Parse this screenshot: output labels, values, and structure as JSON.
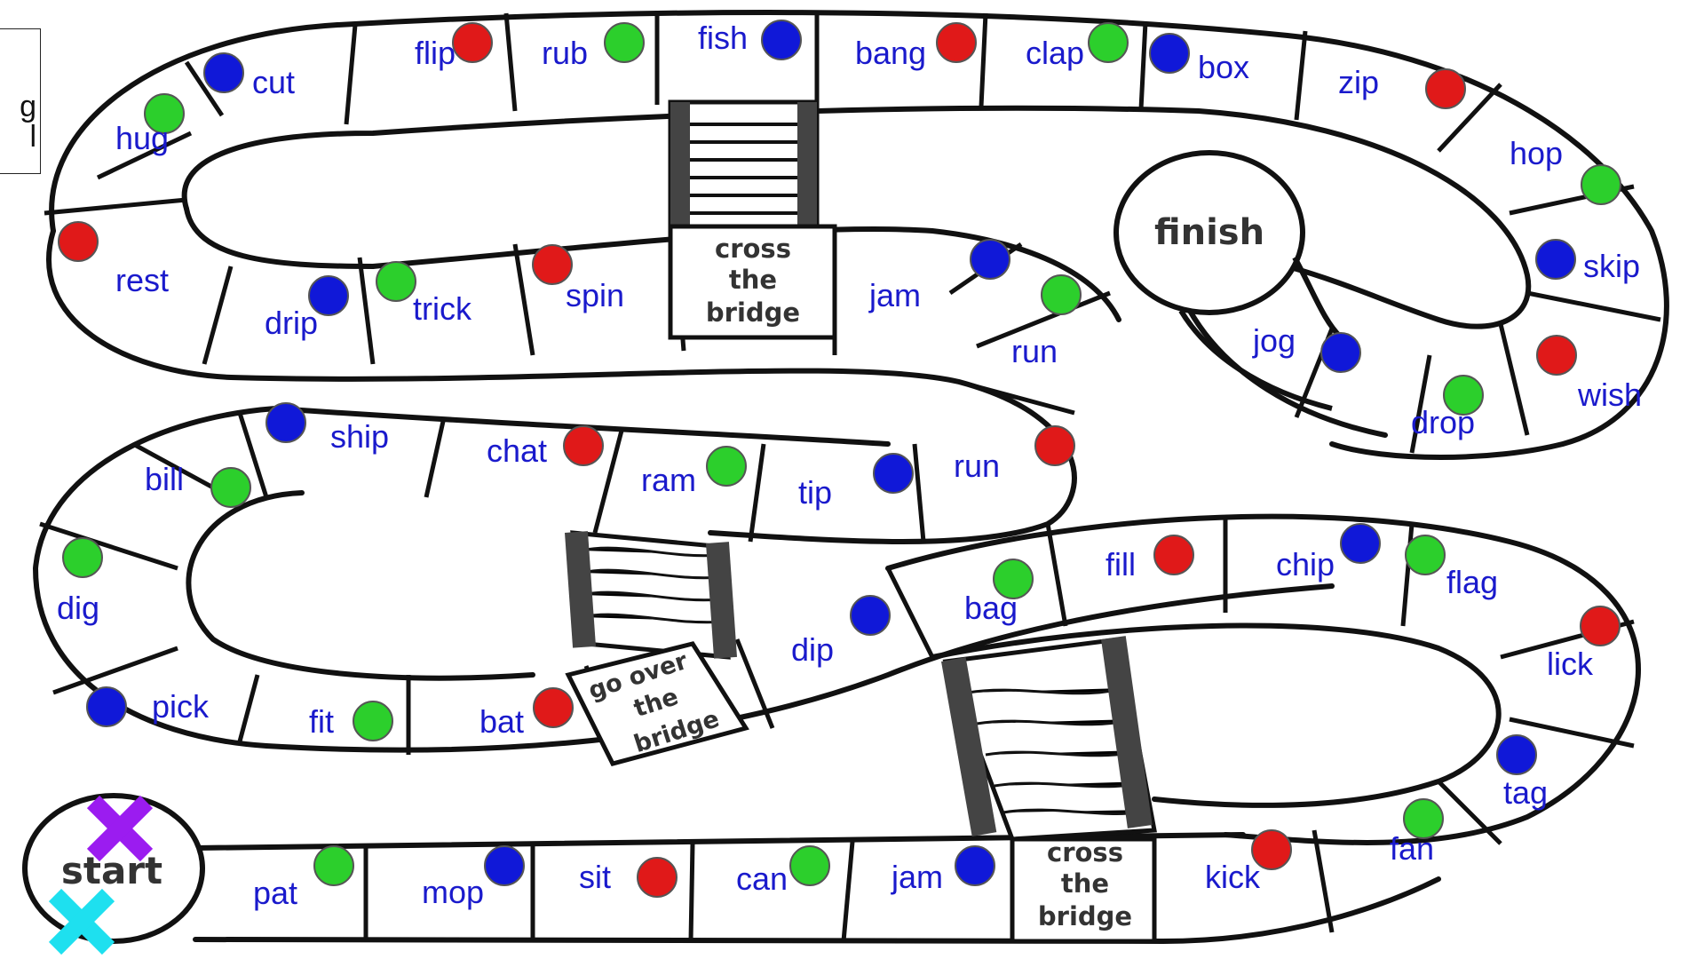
{
  "board": {
    "start_label": "start",
    "finish_label": "finish",
    "bridges": {
      "top": [
        "cross",
        "the",
        "bridge"
      ],
      "middle": [
        "go over",
        "the",
        "bridge"
      ],
      "bottom": [
        "cross",
        "the",
        "bridge"
      ]
    },
    "note_box": [
      "g",
      "l"
    ]
  },
  "colors": {
    "red": "#e01919",
    "green": "#2ccf2c",
    "blue": "#1018d8",
    "word": "#1a1acc",
    "player_purple": "#9b1cf0",
    "player_cyan": "#1ee0ef"
  },
  "players": [
    {
      "name": "purple-marker",
      "color": "#9b1cf0"
    },
    {
      "name": "cyan-marker",
      "color": "#1ee0ef"
    }
  ],
  "spaces": [
    {
      "word": "pat",
      "dot": "green"
    },
    {
      "word": "mop",
      "dot": "blue"
    },
    {
      "word": "sit",
      "dot": "red"
    },
    {
      "word": "can",
      "dot": "green"
    },
    {
      "word": "jam",
      "dot": "blue"
    },
    {
      "word": "kick",
      "dot": "red"
    },
    {
      "word": "fan",
      "dot": "green"
    },
    {
      "word": "tag",
      "dot": "blue"
    },
    {
      "word": "lick",
      "dot": "red"
    },
    {
      "word": "flag",
      "dot": "green"
    },
    {
      "word": "chip",
      "dot": "blue"
    },
    {
      "word": "fill",
      "dot": "red"
    },
    {
      "word": "bag",
      "dot": "green"
    },
    {
      "word": "dip",
      "dot": "blue"
    },
    {
      "word": "bat",
      "dot": "red"
    },
    {
      "word": "fit",
      "dot": "green"
    },
    {
      "word": "pick",
      "dot": "blue"
    },
    {
      "word": "dig",
      "dot": "green"
    },
    {
      "word": "bill",
      "dot": "green"
    },
    {
      "word": "ship",
      "dot": "blue"
    },
    {
      "word": "chat",
      "dot": "red"
    },
    {
      "word": "ram",
      "dot": "green"
    },
    {
      "word": "tip",
      "dot": "blue"
    },
    {
      "word": "run",
      "dot": "red"
    },
    {
      "word": "run",
      "dot": "green"
    },
    {
      "word": "jam",
      "dot": "blue"
    },
    {
      "word": "spin",
      "dot": "red"
    },
    {
      "word": "trick",
      "dot": "green"
    },
    {
      "word": "drip",
      "dot": "blue"
    },
    {
      "word": "rest",
      "dot": "red"
    },
    {
      "word": "hug",
      "dot": "green"
    },
    {
      "word": "cut",
      "dot": "blue"
    },
    {
      "word": "flip",
      "dot": "red"
    },
    {
      "word": "rub",
      "dot": "green"
    },
    {
      "word": "fish",
      "dot": "blue"
    },
    {
      "word": "bang",
      "dot": "red"
    },
    {
      "word": "clap",
      "dot": "green"
    },
    {
      "word": "box",
      "dot": "blue"
    },
    {
      "word": "zip",
      "dot": "red"
    },
    {
      "word": "hop",
      "dot": "green"
    },
    {
      "word": "skip",
      "dot": "blue"
    },
    {
      "word": "wish",
      "dot": "red"
    },
    {
      "word": "drop",
      "dot": "green"
    },
    {
      "word": "jog",
      "dot": "blue"
    }
  ]
}
